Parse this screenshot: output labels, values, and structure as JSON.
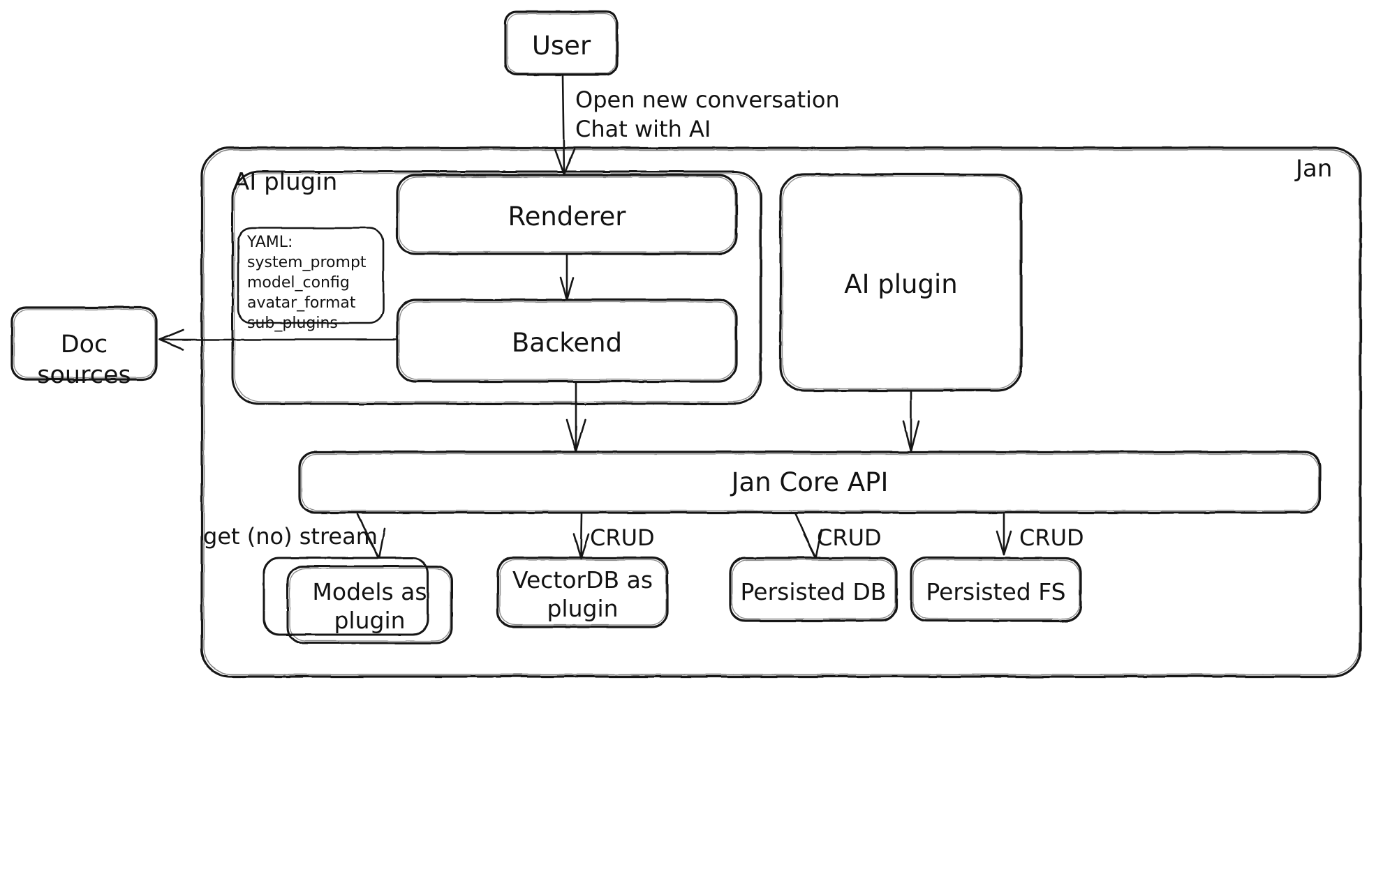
{
  "diagram": {
    "title": "Jan architecture diagram",
    "style": "hand-drawn",
    "stroke_color": "#121212",
    "fill_color": "#ffffff",
    "background": "#ffffff"
  },
  "groups": [
    {
      "id": "jan",
      "label": "Jan"
    },
    {
      "id": "ai_plugin_group",
      "label": "AI plugin"
    }
  ],
  "nodes": [
    {
      "id": "user",
      "label": "User"
    },
    {
      "id": "renderer",
      "label": "Renderer"
    },
    {
      "id": "backend",
      "label": "Backend"
    },
    {
      "id": "yaml",
      "label": "YAML:\nsystem_prompt\nmodel_config\navatar_format\nsub_plugins"
    },
    {
      "id": "doc_sources",
      "label": "Doc sources"
    },
    {
      "id": "ai_plugin",
      "label": "AI plugin"
    },
    {
      "id": "jan_core_api",
      "label": "Jan Core API"
    },
    {
      "id": "models_plugin",
      "label": "Models as\nplugin"
    },
    {
      "id": "vectordb_plugin",
      "label": "VectorDB as\nplugin"
    },
    {
      "id": "persisted_db",
      "label": "Persisted DB"
    },
    {
      "id": "persisted_fs",
      "label": "Persisted FS"
    }
  ],
  "edges": [
    {
      "id": "user-renderer",
      "from": "user",
      "to": "renderer",
      "label": "Open new conversation\nChat with AI"
    },
    {
      "id": "renderer-backend",
      "from": "renderer",
      "to": "backend",
      "label": ""
    },
    {
      "id": "backend-docsources",
      "from": "backend",
      "to": "doc_sources",
      "label": ""
    },
    {
      "id": "backend-core",
      "from": "backend",
      "to": "jan_core_api",
      "label": ""
    },
    {
      "id": "aiplugin-core",
      "from": "ai_plugin",
      "to": "jan_core_api",
      "label": ""
    },
    {
      "id": "core-models",
      "from": "jan_core_api",
      "to": "models_plugin",
      "label": "get (no) stream"
    },
    {
      "id": "core-vectordb",
      "from": "jan_core_api",
      "to": "vectordb_plugin",
      "label": "CRUD"
    },
    {
      "id": "core-persisteddb",
      "from": "jan_core_api",
      "to": "persisted_db",
      "label": "CRUD"
    },
    {
      "id": "core-persistedfs",
      "from": "jan_core_api",
      "to": "persisted_fs",
      "label": "CRUD"
    }
  ]
}
